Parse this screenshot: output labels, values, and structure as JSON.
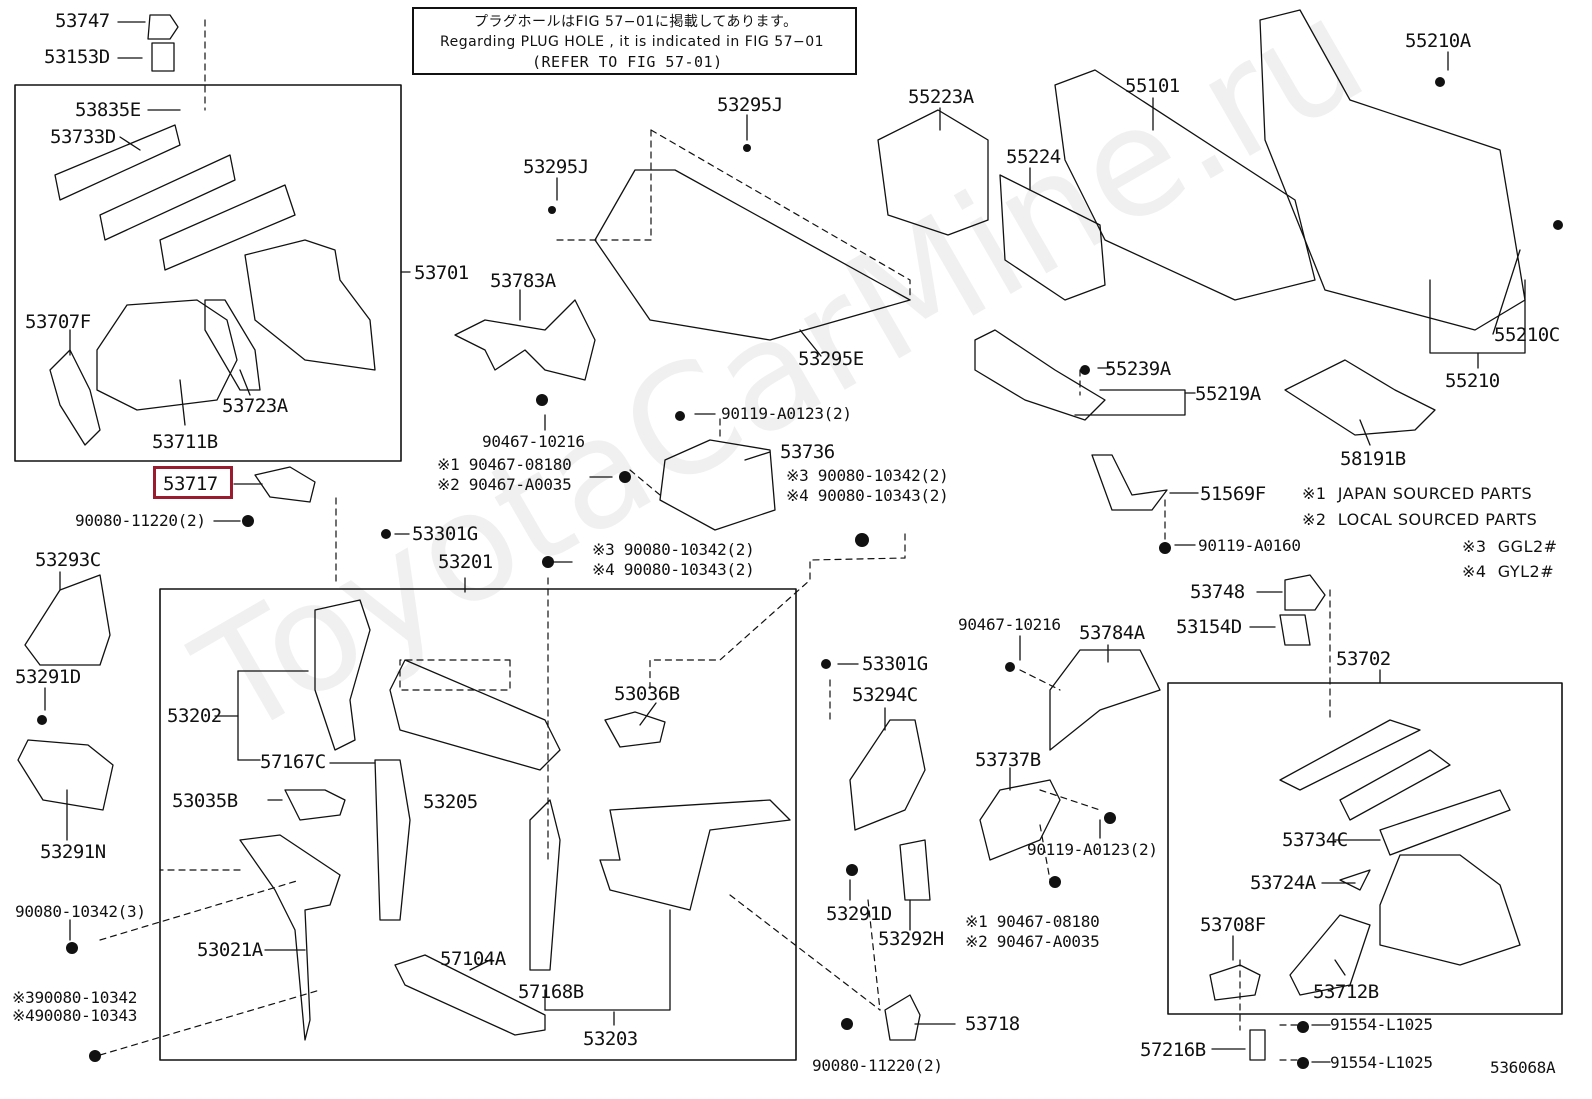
{
  "note": {
    "line1": "プラグホールはFIG 57−01に掲載してあります。",
    "line2": "Regarding PLUG HOLE , it is indicated in FIG 57−01",
    "line3": "(REFER TO FIG 57-01)"
  },
  "watermark": "ToyotaCarMine.ru",
  "diagram_id": "536068A",
  "highlight_color": "#9a1b2e",
  "legend": [
    {
      "mark": "※1",
      "text": "JAPAN SOURCED PARTS"
    },
    {
      "mark": "※2",
      "text": "LOCAL SOURCED PARTS"
    },
    {
      "mark": "※3",
      "text": "GGL2#"
    },
    {
      "mark": "※4",
      "text": "GYL2#"
    }
  ],
  "parts": {
    "p53747": "53747",
    "p53153D": "53153D",
    "p53835E": "53835E",
    "p53733D": "53733D",
    "p53701": "53701",
    "p53707F": "53707F",
    "p53723A": "53723A",
    "p53711B": "53711B",
    "p53717": "53717",
    "p90080_11220_a": "90080-11220(2)",
    "p53293C": "53293C",
    "p53291D_a": "53291D",
    "p53291N": "53291N",
    "p90080_10342_3": "90080-10342(3)",
    "p3_90080_10342": "※390080-10342",
    "p4_90080_10343": "※490080-10343",
    "p53295J_a": "53295J",
    "p53295J_b": "53295J",
    "p53295E": "53295E",
    "p53783A": "53783A",
    "p90467_10216_a": "90467-10216",
    "p1_90467_08180_a": "※1 90467-08180",
    "p2_90467_A0035_a": "※2 90467-A0035",
    "p90119_A0123_a": "90119-A0123(2)",
    "p53736": "53736",
    "p3_90080_10342_b": "※3 90080-10342(2)",
    "p4_90080_10343_b": "※4 90080-10343(2)",
    "p53301G_a": "53301G",
    "p53201": "53201",
    "p3_90080_10342_c": "※3 90080-10342(2)",
    "p4_90080_10343_c": "※4 90080-10343(2)",
    "p53202": "53202",
    "p57167C": "57167C",
    "p53205": "53205",
    "p53036B": "53036B",
    "p53035B": "53035B",
    "p53021A": "53021A",
    "p57104A": "57104A",
    "p57168B": "57168B",
    "p53203": "53203",
    "p53301G_b": "53301G",
    "p53294C": "53294C",
    "p53291D_b": "53291D",
    "p53292H": "53292H",
    "p53718": "53718",
    "p90080_11220_b": "90080-11220(2)",
    "p55223A": "55223A",
    "p55224": "55224",
    "p55101": "55101",
    "p55210A": "55210A",
    "p55210C": "55210C",
    "p55210": "55210",
    "p55239A": "55239A",
    "p55219A": "55219A",
    "p58191B": "58191B",
    "p51569F": "51569F",
    "p90119_A0160": "90119-A0160",
    "p53748": "53748",
    "p53154D": "53154D",
    "p53702": "53702",
    "p90467_10216_b": "90467-10216",
    "p53784A": "53784A",
    "p53737B": "53737B",
    "p90119_A0123_b": "90119-A0123(2)",
    "p1_90467_08180_b": "※1 90467-08180",
    "p2_90467_A0035_b": "※2 90467-A0035",
    "p53734C": "53734C",
    "p53724A": "53724A",
    "p53708F": "53708F",
    "p53712B": "53712B",
    "p91554_L1025_a": "91554-L1025",
    "p91554_L1025_b": "91554-L1025",
    "p57216B": "57216B"
  }
}
